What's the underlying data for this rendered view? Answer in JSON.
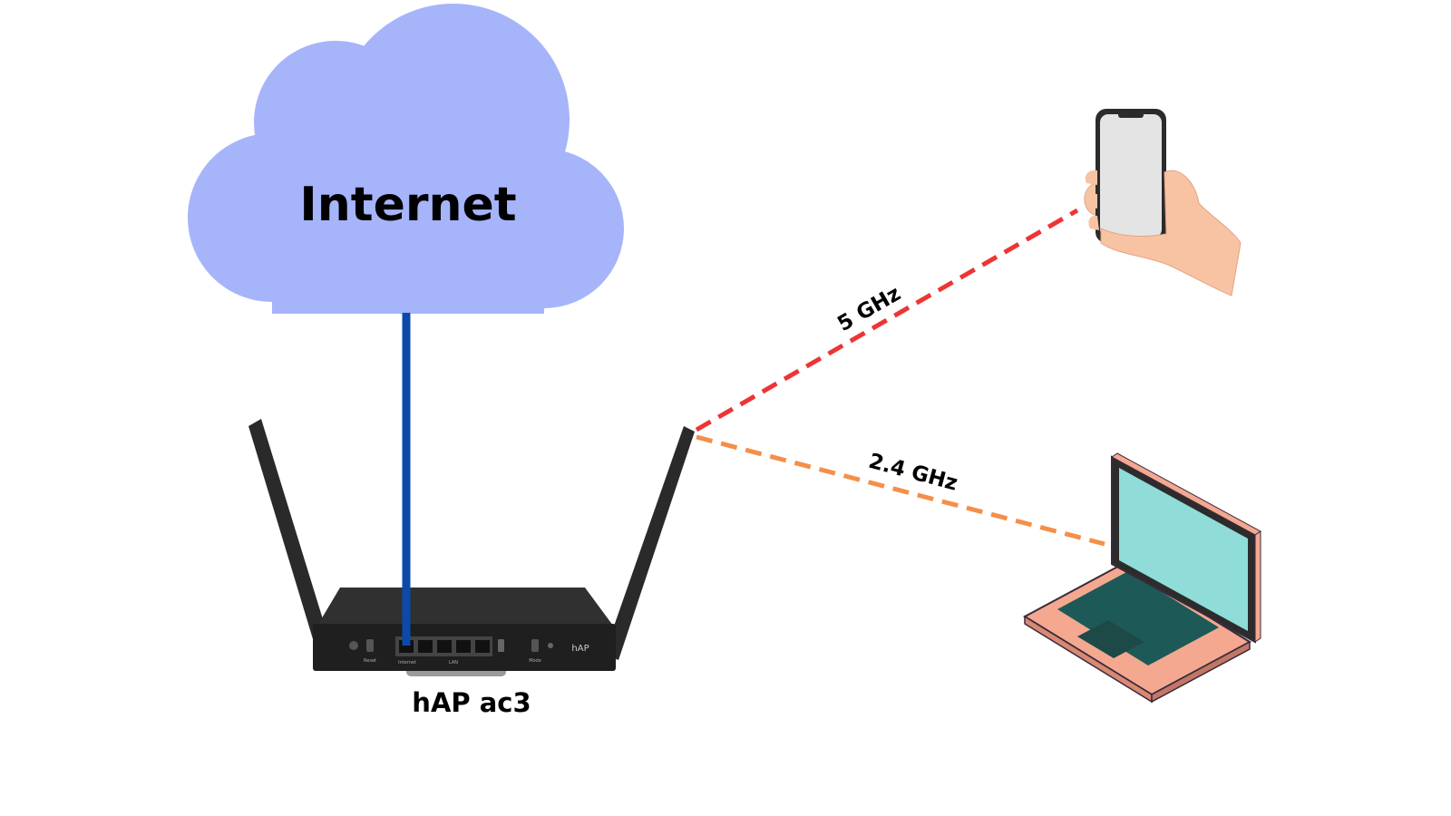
{
  "cloud": {
    "label": "Internet",
    "color": "#a6b4fa"
  },
  "router": {
    "label": "hAP ac3",
    "body_color": "#222222",
    "port_labels": [
      "Internet",
      "LAN",
      "Mode",
      "Reset"
    ],
    "brand_mark": "hAP"
  },
  "links": {
    "uplink": {
      "color": "#0b4aa8"
    },
    "five_ghz": {
      "label": "5 GHz",
      "color": "#ee3434"
    },
    "two_four_ghz": {
      "label": "2.4 GHz",
      "color": "#f48f4a"
    }
  },
  "devices": {
    "phone": {
      "icon": "smartphone-in-hand-icon"
    },
    "laptop": {
      "icon": "laptop-icon",
      "screen_color": "#8fdcd8",
      "body_color": "#f4a890"
    }
  }
}
